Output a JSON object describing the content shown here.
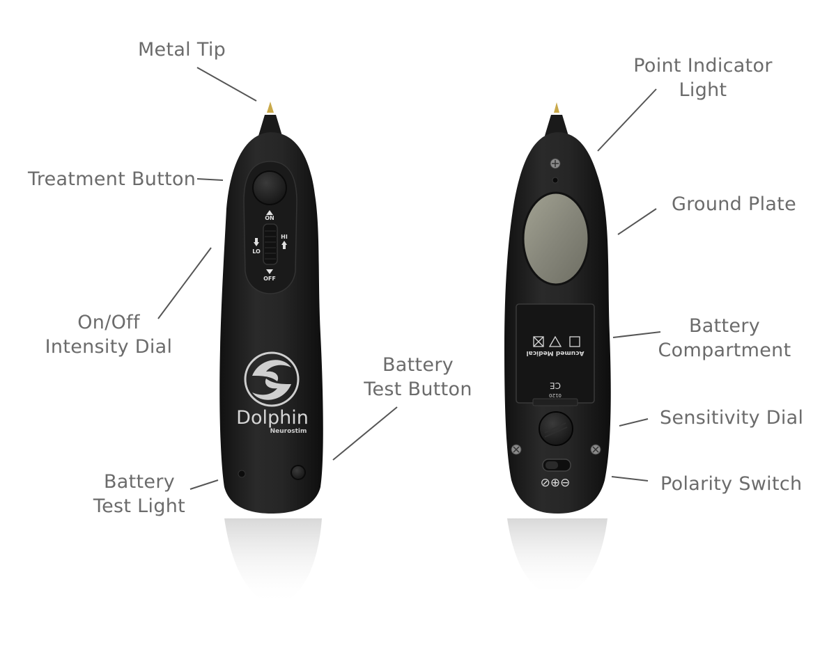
{
  "labels": {
    "metal_tip": "Metal Tip",
    "treatment_button": "Treatment Button",
    "intensity_dial": [
      "On/Off",
      "Intensity Dial"
    ],
    "battery_test_button": [
      "Battery",
      "Test Button"
    ],
    "battery_test_light": [
      "Battery",
      "Test Light"
    ],
    "point_indicator_light": [
      "Point Indicator",
      "Light"
    ],
    "ground_plate": "Ground Plate",
    "battery_compartment": [
      "Battery",
      "Compartment"
    ],
    "sensitivity_dial": "Sensitivity Dial",
    "polarity_switch": "Polarity Switch"
  },
  "device_front": {
    "brand": "Dolphin",
    "sub_brand": "Neurostim",
    "dial_marks": {
      "on": "ON",
      "off": "OFF",
      "lo": "LO",
      "hi": "HI"
    }
  },
  "device_back": {
    "compartment_text": {
      "company": "Acumed Medical",
      "code": "0120",
      "ce": "CE"
    },
    "polarity_symbols": "⊘⊕⊖"
  },
  "colors": {
    "device_body": "#1e1e1e",
    "label_text": "#6b6b6b",
    "leader_line": "#555555",
    "ground_plate": "#8a8a7c",
    "metal_tip": "#c9a94a"
  }
}
